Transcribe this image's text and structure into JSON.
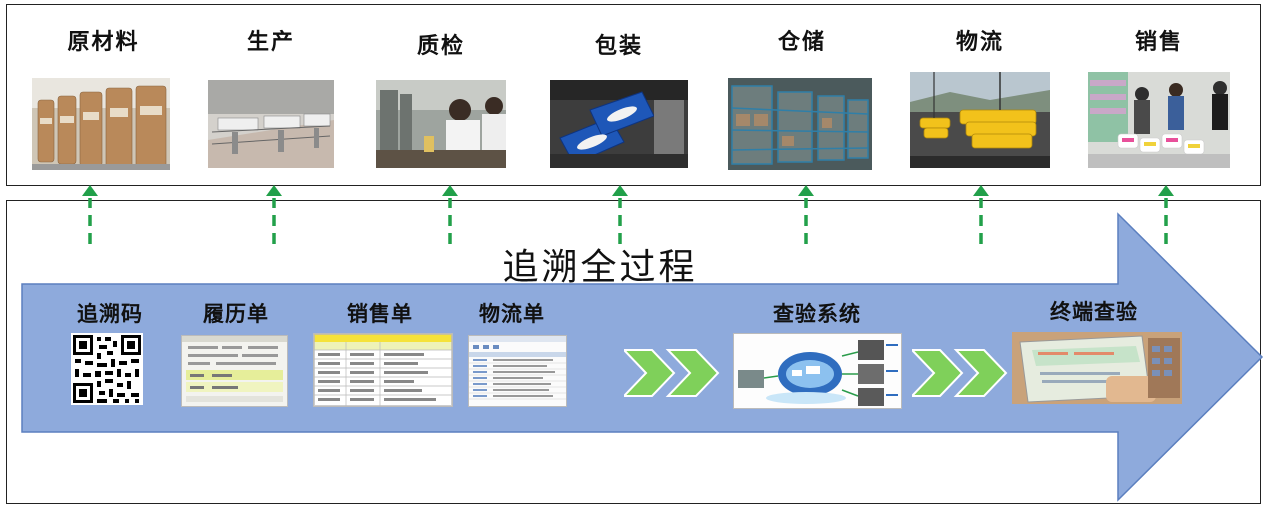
{
  "title": "追溯全过程",
  "stages": [
    {
      "label": "原材料",
      "photo": "raw-material-warehouse"
    },
    {
      "label": "生产",
      "photo": "production-line"
    },
    {
      "label": "质检",
      "photo": "quality-lab"
    },
    {
      "label": "包装",
      "photo": "packaging-bags"
    },
    {
      "label": "仓储",
      "photo": "storage-racks"
    },
    {
      "label": "物流",
      "photo": "logistics-loading"
    },
    {
      "label": "销售",
      "photo": "retail-store"
    }
  ],
  "documents": [
    {
      "label": "追溯码",
      "thumb": "qr-code"
    },
    {
      "label": "履历单",
      "thumb": "record-form"
    },
    {
      "label": "销售单",
      "thumb": "sales-table"
    },
    {
      "label": "物流单",
      "thumb": "logistics-table"
    }
  ],
  "systems": [
    {
      "label": "查验系统",
      "thumb": "verification-system-diagram"
    },
    {
      "label": "终端查验",
      "thumb": "terminal-screen"
    }
  ],
  "colors": {
    "arrow_fill": "#8eaadc",
    "arrow_stroke": "#5b7fbf",
    "dashed_arrow": "#22a04a",
    "chevron": "#7fd05a"
  }
}
